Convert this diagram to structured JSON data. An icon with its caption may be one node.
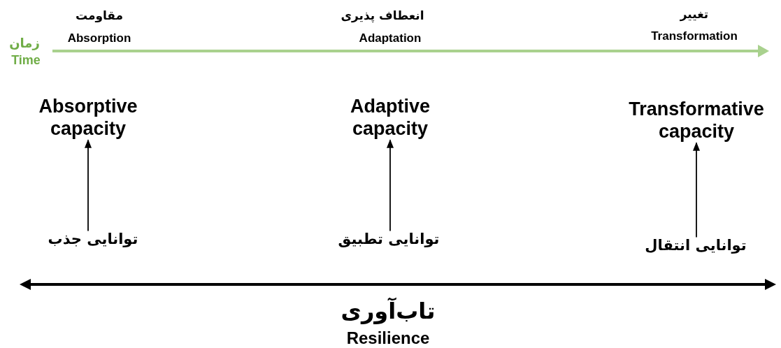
{
  "diagram": {
    "nodes": [
      {
        "text": [
          "Absorptive capacity"
        ]
      },
      {
        "text": [
          "Adaptive capacity"
        ]
      },
      {
        "text": [
          "Transformative capacity"
        ]
      },
      {
        "text": [
          "توانایی جذب"
        ]
      },
      {
        "text": [
          "توانایی تطبیق"
        ]
      },
      {
        "text": [
          "توانایی انتقال"
        ]
      }
    ],
    "edges": [
      {
        "from": 3,
        "to": 0,
        "arrow": "to"
      },
      {
        "from": 4,
        "to": 1,
        "arrow": "to"
      },
      {
        "from": 5,
        "to": 2,
        "arrow": "to"
      }
    ],
    "labels": [
      "مقاومت",
      "انعطاف پذیری",
      "تغییر",
      "زمان",
      "Absorption",
      "Adaptation",
      "Transformation",
      "Time",
      "تاب‌آوری",
      "Resilience"
    ]
  }
}
